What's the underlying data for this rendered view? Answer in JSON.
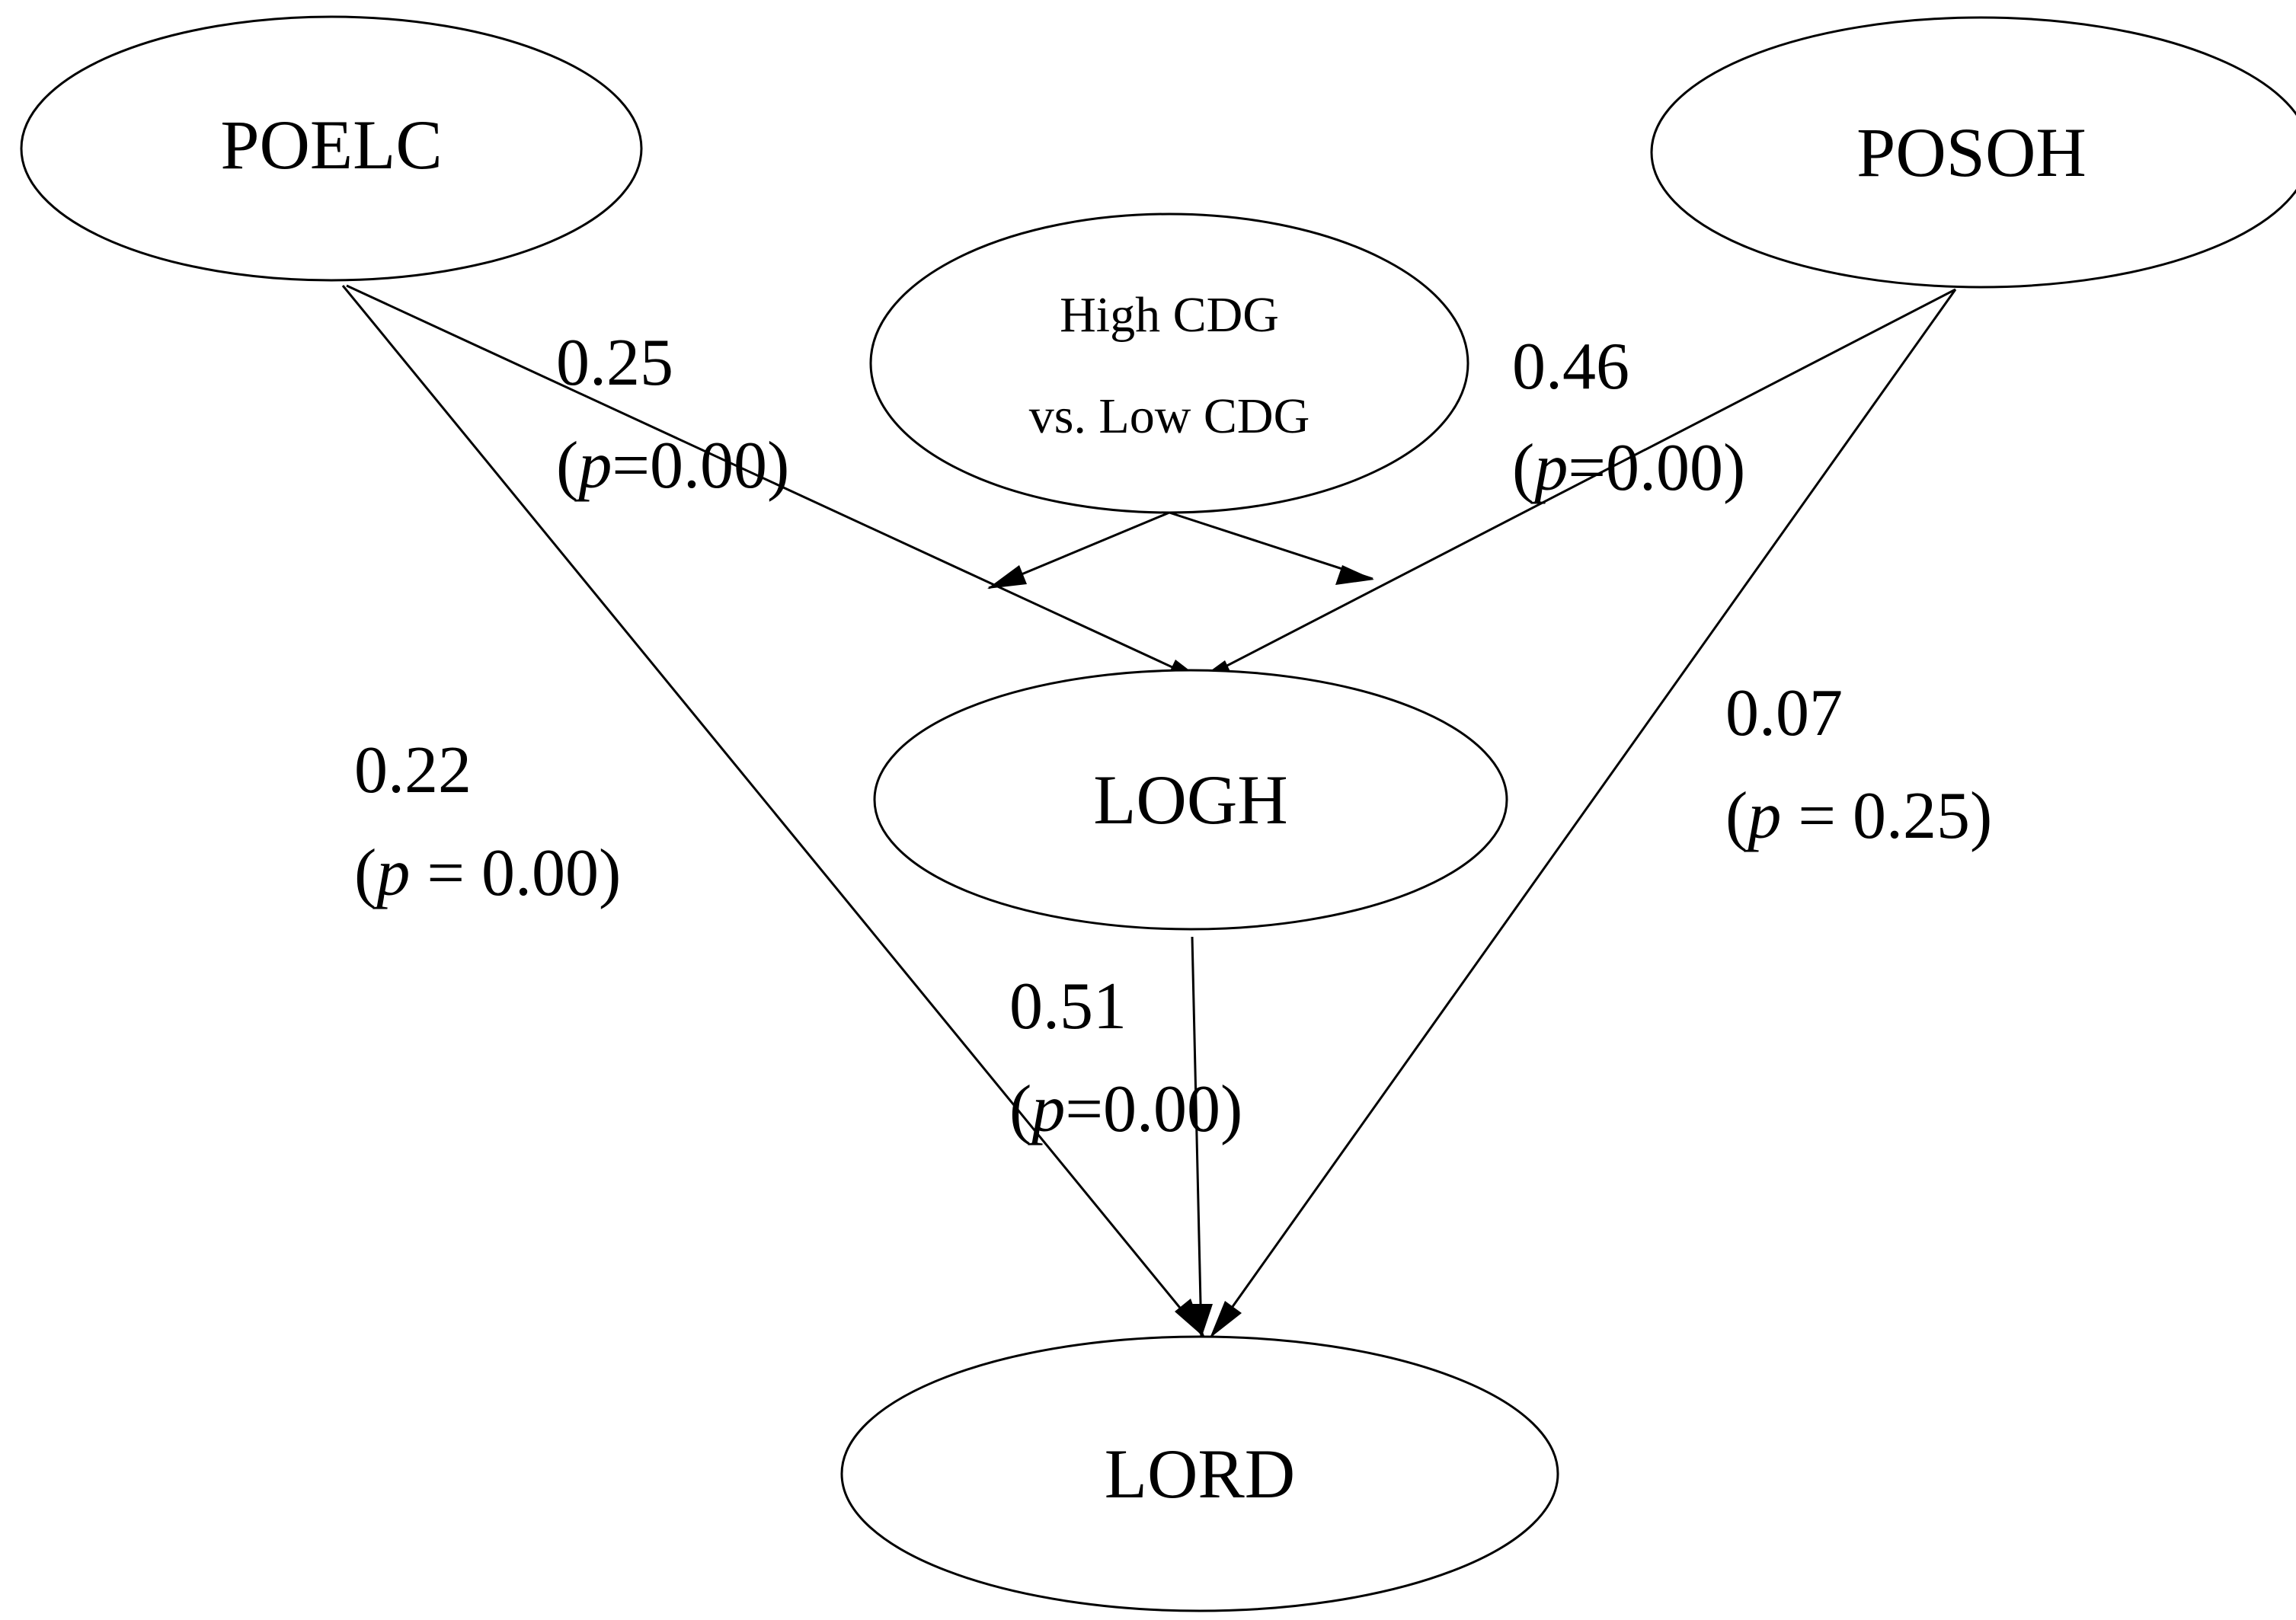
{
  "nodes": {
    "poelc": "POELC",
    "posoh": "POSOH",
    "moderator_line1": "High CDG",
    "moderator_line2": "vs. Low CDG",
    "logh": "LOGH",
    "lord": "LORD"
  },
  "paths": {
    "poelc_logh": {
      "coef": "0.25",
      "open": "(",
      "p": "p",
      "rest": "=0.00)"
    },
    "posoh_logh": {
      "coef": "0.46",
      "open": "(",
      "p": "p",
      "rest": "=0.00)"
    },
    "poelc_lord": {
      "coef": "0.22",
      "open": "(",
      "p": "p",
      "rest": " = 0.00)"
    },
    "posoh_lord": {
      "coef": "0.07",
      "open": "(",
      "p": "p",
      "rest": " = 0.25)"
    },
    "logh_lord": {
      "coef": "0.51",
      "open": "(",
      "p": "p",
      "rest": "=0.00)"
    }
  }
}
